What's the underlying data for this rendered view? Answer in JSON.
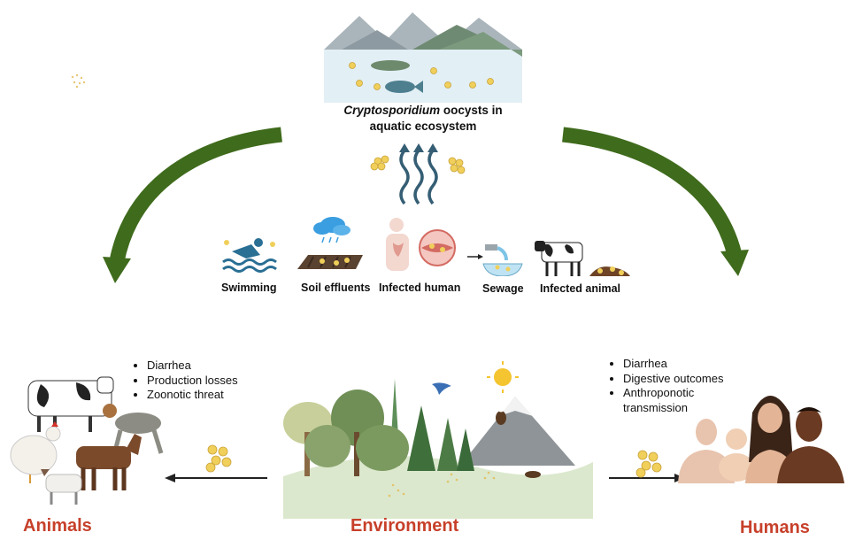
{
  "top": {
    "caption_italic": "Cryptosporidium",
    "caption_rest_line1": " oocysts in",
    "caption_line2": "aquatic ecosystem"
  },
  "routes": [
    {
      "label": "Swimming",
      "icon": "swimmer-icon"
    },
    {
      "label": "Soil effluents",
      "icon": "soil-rain-icon"
    },
    {
      "label": "Infected human",
      "icon": "infected-human-icon"
    },
    {
      "label": "Sewage",
      "icon": "sewage-icon"
    },
    {
      "label": "Infected animal",
      "icon": "infected-cow-icon"
    }
  ],
  "animals": {
    "title": "Animals",
    "bullets": [
      "Diarrhea",
      "Production losses",
      "Zoonotic threat"
    ]
  },
  "environment": {
    "title": "Environment"
  },
  "humans": {
    "title": "Humans",
    "bullets": [
      "Diarrhea",
      "Digestive outcomes",
      "Anthroponotic transmission"
    ]
  },
  "colors": {
    "arrow_green": "#3f6b1c",
    "title_red": "#c7402a",
    "oocyst_yellow": "#f0cf5a",
    "water_blue": "#dcecf3"
  }
}
